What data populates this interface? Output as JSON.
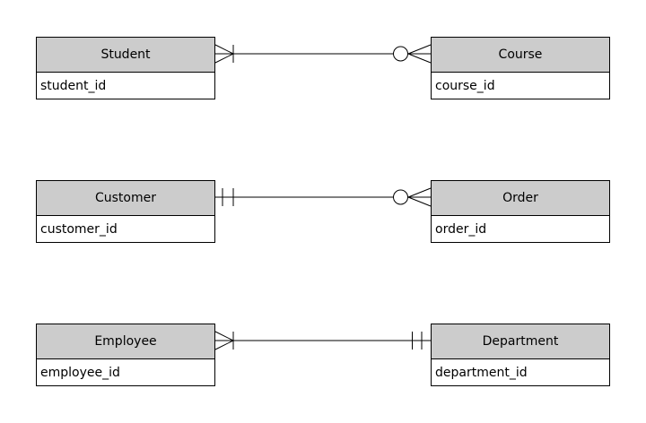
{
  "diagram": {
    "type": "entity-relationship",
    "notation": "crows-foot",
    "background_color": "#ffffff",
    "entity_style": {
      "header_fill": "#cccccc",
      "body_fill": "#ffffff",
      "border_color": "#000000",
      "text_color": "#000000"
    },
    "entities": [
      {
        "name": "Student",
        "attributes": [
          "student_id"
        ]
      },
      {
        "name": "Course",
        "attributes": [
          "course_id"
        ]
      },
      {
        "name": "Customer",
        "attributes": [
          "customer_id"
        ]
      },
      {
        "name": "Order",
        "attributes": [
          "order_id"
        ]
      },
      {
        "name": "Employee",
        "attributes": [
          "employee_id"
        ]
      },
      {
        "name": "Department",
        "attributes": [
          "department_id"
        ]
      }
    ],
    "relationships": [
      {
        "from": "Student",
        "to": "Course",
        "from_cardinality": "one or many",
        "to_cardinality": "zero or many",
        "line_color": "#000000"
      },
      {
        "from": "Customer",
        "to": "Order",
        "from_cardinality": "exactly one",
        "to_cardinality": "zero or many",
        "line_color": "#000000"
      },
      {
        "from": "Employee",
        "to": "Department",
        "from_cardinality": "one or many",
        "to_cardinality": "exactly one",
        "line_color": "#000000"
      }
    ]
  }
}
